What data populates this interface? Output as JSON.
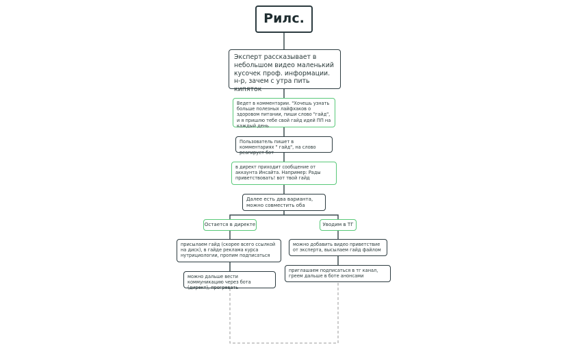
{
  "diagram": {
    "title": "Рилс.",
    "step1": "Эксперт рассказывает в небольшом видео маленький кусочек проф. информации. н-р, зачем с утра пить кипяток",
    "step2": "Ведет в комментарии. \"Хочешь узнать больше полезных лайфхаков о здоровом питании, пиши слово \"гайд\", и я пришлю тебе свой гайд идей ПП на каждый день",
    "step3": "Пользователь пишет в комментариях \" гайд\", на слово реагирует бот",
    "step4": "в директ приходит сообщение от аккаунта Инсайта. Например: Рады приветствовать! вот твой гайд",
    "step5": "Далее есть два варианта, можно совместить оба",
    "left_branch": {
      "label": "Остается в директе",
      "step1": "присылаем гайд (скорее всего ссылкой на диск), в гайде реклама курса нутрициологии, пропим подписаться",
      "step2": "можно дальше вести коммуникацию через бота (директ), прогревать"
    },
    "right_branch": {
      "label": "Уводим в ТГ",
      "step1": "можно добавить видео приветствие от эксперта, высылаем гайд файлом",
      "step2": "приглашаем подписаться в тг канал, греем дальше в боте анонсами"
    }
  },
  "colors": {
    "dark_border": "#2b3a3f",
    "green_border": "#58c878",
    "connector": "#3a4a4e",
    "dashed": "#9a9a9a"
  }
}
